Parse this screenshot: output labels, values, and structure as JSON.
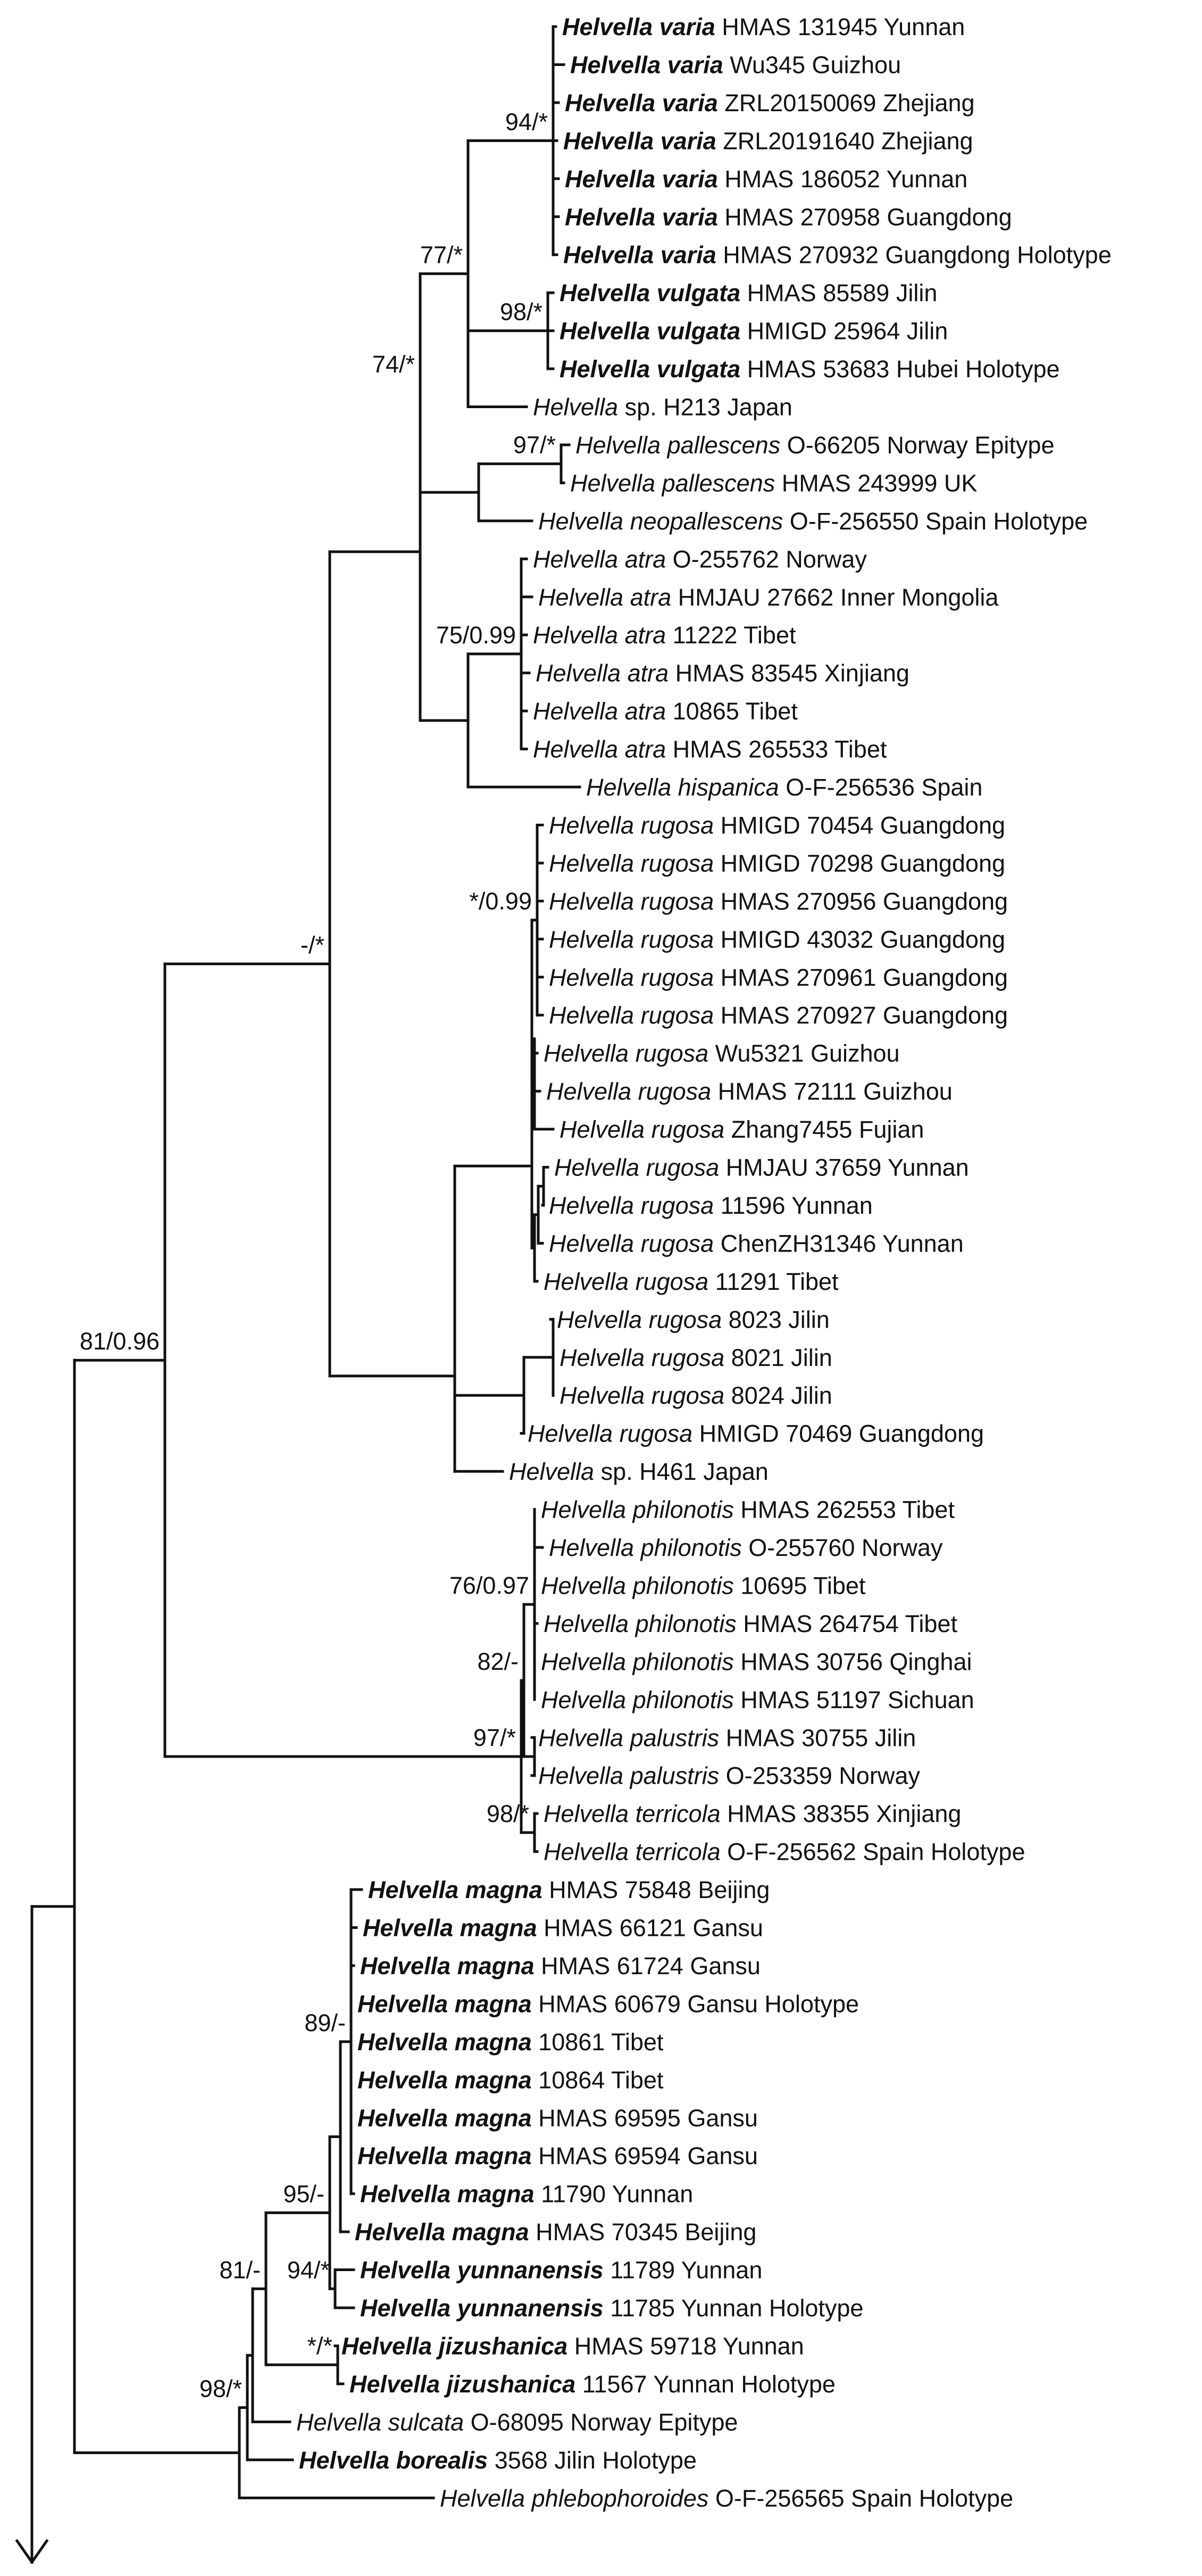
{
  "tree_diagram": {
    "taxa": [
      {
        "genus": "Helvella",
        "species": "varia",
        "voucher": "HMAS 131945",
        "locality": "Yunnan",
        "status": "",
        "bold": true
      },
      {
        "genus": "Helvella",
        "species": "varia",
        "voucher": "Wu345",
        "locality": "Guizhou",
        "status": "",
        "bold": true
      },
      {
        "genus": "Helvella",
        "species": "varia",
        "voucher": "ZRL20150069",
        "locality": "Zhejiang",
        "status": "",
        "bold": true
      },
      {
        "genus": "Helvella",
        "species": "varia",
        "voucher": "ZRL20191640",
        "locality": "Zhejiang",
        "status": "",
        "bold": true
      },
      {
        "genus": "Helvella",
        "species": "varia",
        "voucher": "HMAS 186052",
        "locality": "Yunnan",
        "status": "",
        "bold": true
      },
      {
        "genus": "Helvella",
        "species": "varia",
        "voucher": "HMAS 270958",
        "locality": "Guangdong",
        "status": "",
        "bold": true
      },
      {
        "genus": "Helvella",
        "species": "varia",
        "voucher": "HMAS 270932",
        "locality": "Guangdong",
        "status": "Holotype",
        "bold": true
      },
      {
        "genus": "Helvella",
        "species": "vulgata",
        "voucher": "HMAS 85589",
        "locality": "Jilin",
        "status": "",
        "bold": true
      },
      {
        "genus": "Helvella",
        "species": "vulgata",
        "voucher": "HMIGD 25964",
        "locality": "Jilin",
        "status": "",
        "bold": true
      },
      {
        "genus": "Helvella",
        "species": "vulgata",
        "voucher": "HMAS 53683",
        "locality": "Hubei",
        "status": "Holotype",
        "bold": true
      },
      {
        "genus": "Helvella",
        "species": "sp.",
        "voucher": "H213",
        "locality": "Japan",
        "status": "",
        "bold": false,
        "plain_epithet": true
      },
      {
        "genus": "Helvella",
        "species": "pallescens",
        "voucher": "O-66205",
        "locality": "Norway",
        "status": "Epitype",
        "bold": false
      },
      {
        "genus": "Helvella",
        "species": "pallescens",
        "voucher": "HMAS 243999",
        "locality": "UK",
        "status": "",
        "bold": false
      },
      {
        "genus": "Helvella",
        "species": "neopallescens",
        "voucher": "O-F-256550",
        "locality": "Spain",
        "status": "Holotype",
        "bold": false
      },
      {
        "genus": "Helvella",
        "species": "atra",
        "voucher": "O-255762",
        "locality": "Norway",
        "status": "",
        "bold": false
      },
      {
        "genus": "Helvella",
        "species": "atra",
        "voucher": "HMJAU 27662",
        "locality": "Inner Mongolia",
        "status": "",
        "bold": false
      },
      {
        "genus": "Helvella",
        "species": "atra",
        "voucher": "11222",
        "locality": "Tibet",
        "status": "",
        "bold": false
      },
      {
        "genus": "Helvella",
        "species": "atra",
        "voucher": "HMAS 83545",
        "locality": "Xinjiang",
        "status": "",
        "bold": false
      },
      {
        "genus": "Helvella",
        "species": "atra",
        "voucher": "10865",
        "locality": "Tibet",
        "status": "",
        "bold": false
      },
      {
        "genus": "Helvella",
        "species": "atra",
        "voucher": "HMAS 265533",
        "locality": "Tibet",
        "status": "",
        "bold": false
      },
      {
        "genus": "Helvella",
        "species": "hispanica",
        "voucher": "O-F-256536",
        "locality": "Spain",
        "status": "",
        "bold": false
      },
      {
        "genus": "Helvella",
        "species": "rugosa",
        "voucher": "HMIGD 70454",
        "locality": "Guangdong",
        "status": "",
        "bold": false
      },
      {
        "genus": "Helvella",
        "species": "rugosa",
        "voucher": "HMIGD 70298",
        "locality": "Guangdong",
        "status": "",
        "bold": false
      },
      {
        "genus": "Helvella",
        "species": "rugosa",
        "voucher": "HMAS 270956",
        "locality": "Guangdong",
        "status": "",
        "bold": false
      },
      {
        "genus": "Helvella",
        "species": "rugosa",
        "voucher": "HMIGD 43032",
        "locality": "Guangdong",
        "status": "",
        "bold": false
      },
      {
        "genus": "Helvella",
        "species": "rugosa",
        "voucher": "HMAS 270961",
        "locality": "Guangdong",
        "status": "",
        "bold": false
      },
      {
        "genus": "Helvella",
        "species": "rugosa",
        "voucher": "HMAS 270927",
        "locality": "Guangdong",
        "status": "",
        "bold": false
      },
      {
        "genus": "Helvella",
        "species": "rugosa",
        "voucher": "Wu5321",
        "locality": "Guizhou",
        "status": "",
        "bold": false
      },
      {
        "genus": "Helvella",
        "species": "rugosa",
        "voucher": "HMAS 72111",
        "locality": "Guizhou",
        "status": "",
        "bold": false
      },
      {
        "genus": "Helvella",
        "species": "rugosa",
        "voucher": "Zhang7455",
        "locality": "Fujian",
        "status": "",
        "bold": false
      },
      {
        "genus": "Helvella",
        "species": "rugosa",
        "voucher": "HMJAU 37659",
        "locality": "Yunnan",
        "status": "",
        "bold": false
      },
      {
        "genus": "Helvella",
        "species": "rugosa",
        "voucher": "11596",
        "locality": "Yunnan",
        "status": "",
        "bold": false
      },
      {
        "genus": "Helvella",
        "species": "rugosa",
        "voucher": "ChenZH31346",
        "locality": "Yunnan",
        "status": "",
        "bold": false
      },
      {
        "genus": "Helvella",
        "species": "rugosa",
        "voucher": "11291",
        "locality": "Tibet",
        "status": "",
        "bold": false
      },
      {
        "genus": "Helvella",
        "species": "rugosa",
        "voucher": "8023",
        "locality": "Jilin",
        "status": "",
        "bold": false
      },
      {
        "genus": "Helvella",
        "species": "rugosa",
        "voucher": "8021",
        "locality": "Jilin",
        "status": "",
        "bold": false
      },
      {
        "genus": "Helvella",
        "species": "rugosa",
        "voucher": "8024",
        "locality": "Jilin",
        "status": "",
        "bold": false
      },
      {
        "genus": "Helvella",
        "species": "rugosa",
        "voucher": "HMIGD 70469",
        "locality": "Guangdong",
        "status": "",
        "bold": false
      },
      {
        "genus": "Helvella",
        "species": "sp.",
        "voucher": "H461",
        "locality": "Japan",
        "status": "",
        "bold": false,
        "plain_epithet": true
      },
      {
        "genus": "Helvella",
        "species": "philonotis",
        "voucher": "HMAS 262553",
        "locality": "Tibet",
        "status": "",
        "bold": false
      },
      {
        "genus": "Helvella",
        "species": "philonotis",
        "voucher": "O-255760",
        "locality": "Norway",
        "status": "",
        "bold": false
      },
      {
        "genus": "Helvella",
        "species": "philonotis",
        "voucher": "10695",
        "locality": "Tibet",
        "status": "",
        "bold": false
      },
      {
        "genus": "Helvella",
        "species": "philonotis",
        "voucher": "HMAS 264754",
        "locality": "Tibet",
        "status": "",
        "bold": false
      },
      {
        "genus": "Helvella",
        "species": "philonotis",
        "voucher": "HMAS 30756",
        "locality": "Qinghai",
        "status": "",
        "bold": false
      },
      {
        "genus": "Helvella",
        "species": "philonotis",
        "voucher": "HMAS 51197",
        "locality": "Sichuan",
        "status": "",
        "bold": false
      },
      {
        "genus": "Helvella",
        "species": "palustris",
        "voucher": "HMAS 30755",
        "locality": "Jilin",
        "status": "",
        "bold": false
      },
      {
        "genus": "Helvella",
        "species": "palustris",
        "voucher": "O-253359",
        "locality": "Norway",
        "status": "",
        "bold": false
      },
      {
        "genus": "Helvella",
        "species": "terricola",
        "voucher": "HMAS 38355",
        "locality": "Xinjiang",
        "status": "",
        "bold": false
      },
      {
        "genus": "Helvella",
        "species": "terricola",
        "voucher": "O-F-256562",
        "locality": "Spain",
        "status": "Holotype",
        "bold": false
      },
      {
        "genus": "Helvella",
        "species": "magna",
        "voucher": "HMAS 75848",
        "locality": "Beijing",
        "status": "",
        "bold": true
      },
      {
        "genus": "Helvella",
        "species": "magna",
        "voucher": "HMAS 66121",
        "locality": "Gansu",
        "status": "",
        "bold": true
      },
      {
        "genus": "Helvella",
        "species": "magna",
        "voucher": "HMAS 61724",
        "locality": "Gansu",
        "status": "",
        "bold": true
      },
      {
        "genus": "Helvella",
        "species": "magna",
        "voucher": "HMAS 60679",
        "locality": "Gansu",
        "status": "Holotype",
        "bold": true
      },
      {
        "genus": "Helvella",
        "species": "magna",
        "voucher": "10861",
        "locality": "Tibet",
        "status": "",
        "bold": true
      },
      {
        "genus": "Helvella",
        "species": "magna",
        "voucher": "10864",
        "locality": "Tibet",
        "status": "",
        "bold": true
      },
      {
        "genus": "Helvella",
        "species": "magna",
        "voucher": "HMAS 69595",
        "locality": "Gansu",
        "status": "",
        "bold": true
      },
      {
        "genus": "Helvella",
        "species": "magna",
        "voucher": "HMAS 69594",
        "locality": "Gansu",
        "status": "",
        "bold": true
      },
      {
        "genus": "Helvella",
        "species": "magna",
        "voucher": "11790",
        "locality": "Yunnan",
        "status": "",
        "bold": true
      },
      {
        "genus": "Helvella",
        "species": "magna",
        "voucher": "HMAS 70345",
        "locality": "Beijing",
        "status": "",
        "bold": true
      },
      {
        "genus": "Helvella",
        "species": "yunnanensis",
        "voucher": "11789",
        "locality": "Yunnan",
        "status": "",
        "bold": true
      },
      {
        "genus": "Helvella",
        "species": "yunnanensis",
        "voucher": "11785",
        "locality": "Yunnan",
        "status": "Holotype",
        "bold": true
      },
      {
        "genus": "Helvella",
        "species": "jizushanica",
        "voucher": "HMAS 59718",
        "locality": "Yunnan",
        "status": "",
        "bold": true
      },
      {
        "genus": "Helvella",
        "species": "jizushanica",
        "voucher": "11567",
        "locality": "Yunnan",
        "status": "Holotype",
        "bold": true
      },
      {
        "genus": "Helvella",
        "species": "sulcata",
        "voucher": "O-68095",
        "locality": "Norway",
        "status": "Epitype",
        "bold": false
      },
      {
        "genus": "Helvella",
        "species": "borealis",
        "voucher": "3568",
        "locality": "Jilin",
        "status": "Holotype",
        "bold": true
      },
      {
        "genus": "Helvella",
        "species": "phlebophoroides",
        "voucher": "O-F-256565",
        "locality": "Spain",
        "status": "Holotype",
        "bold": false
      }
    ],
    "support_values": [
      "94/*",
      "77/*",
      "98/*",
      "97/*",
      "74/*",
      "75/0.99",
      "-/*",
      "*/0.99",
      "76/0.97",
      "82/-",
      "97/*",
      "81/0.96",
      "98/*",
      "89/-",
      "95/-",
      "81/-",
      "94/*",
      "*/*",
      "98/*"
    ],
    "continuation_arrow": "down-arrow-icon"
  }
}
